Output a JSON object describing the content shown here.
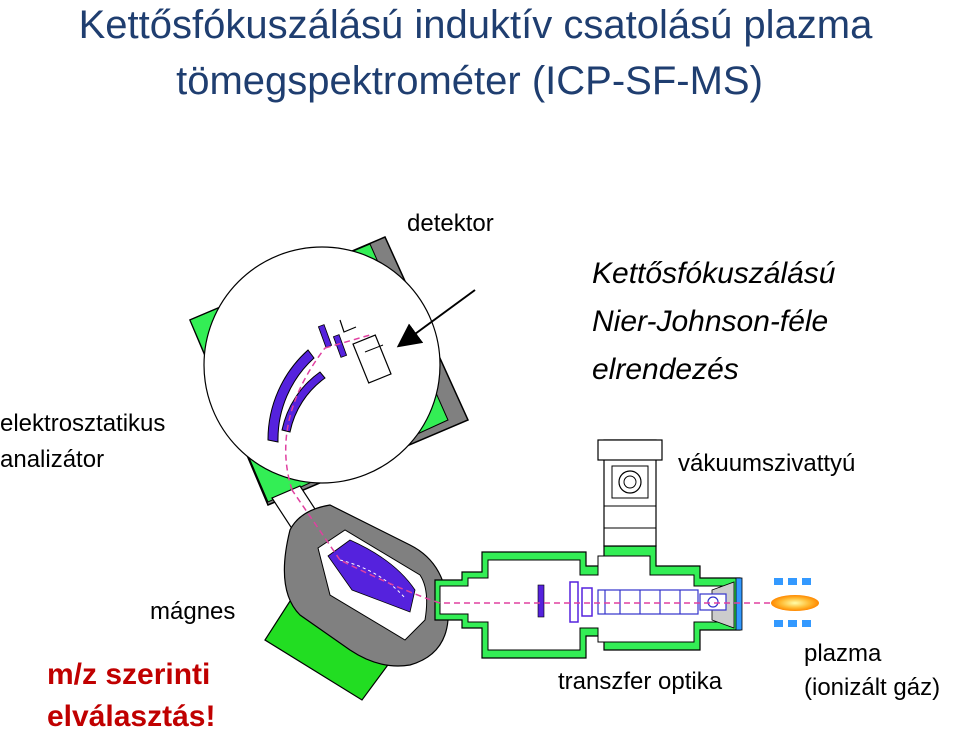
{
  "title": {
    "line1": "Kettősfókuszálású induktív csatolású plazma",
    "line2": "tömegspektrométer (ICP-SF-MS)"
  },
  "labels": {
    "detector": "detektor",
    "layout_line1": "Kettősfókuszálású",
    "layout_line2": "Nier-Johnson-féle",
    "layout_line3": "elrendezés",
    "esa_line1": "elektrosztatikus",
    "esa_line2": "analizátor",
    "pump": "vákuumszivattyú",
    "magnet": "mágnes",
    "separation_line1": "m/z szerinti",
    "separation_line2": "elválasztás!",
    "transfer_optics": "transzfer optika",
    "plasma_line1": "plazma",
    "plasma_line2": "(ionizált gáz)"
  },
  "colors": {
    "title": "#1f3e70",
    "housing_green": "#33ee55",
    "magnet_green": "#22dd22",
    "housing_gray": "#808080",
    "analyzer_purple": "#5522dd",
    "beam_dash": "#e040a0",
    "highlight_red": "#c00000",
    "plasma_orange": "#ffaa00"
  }
}
